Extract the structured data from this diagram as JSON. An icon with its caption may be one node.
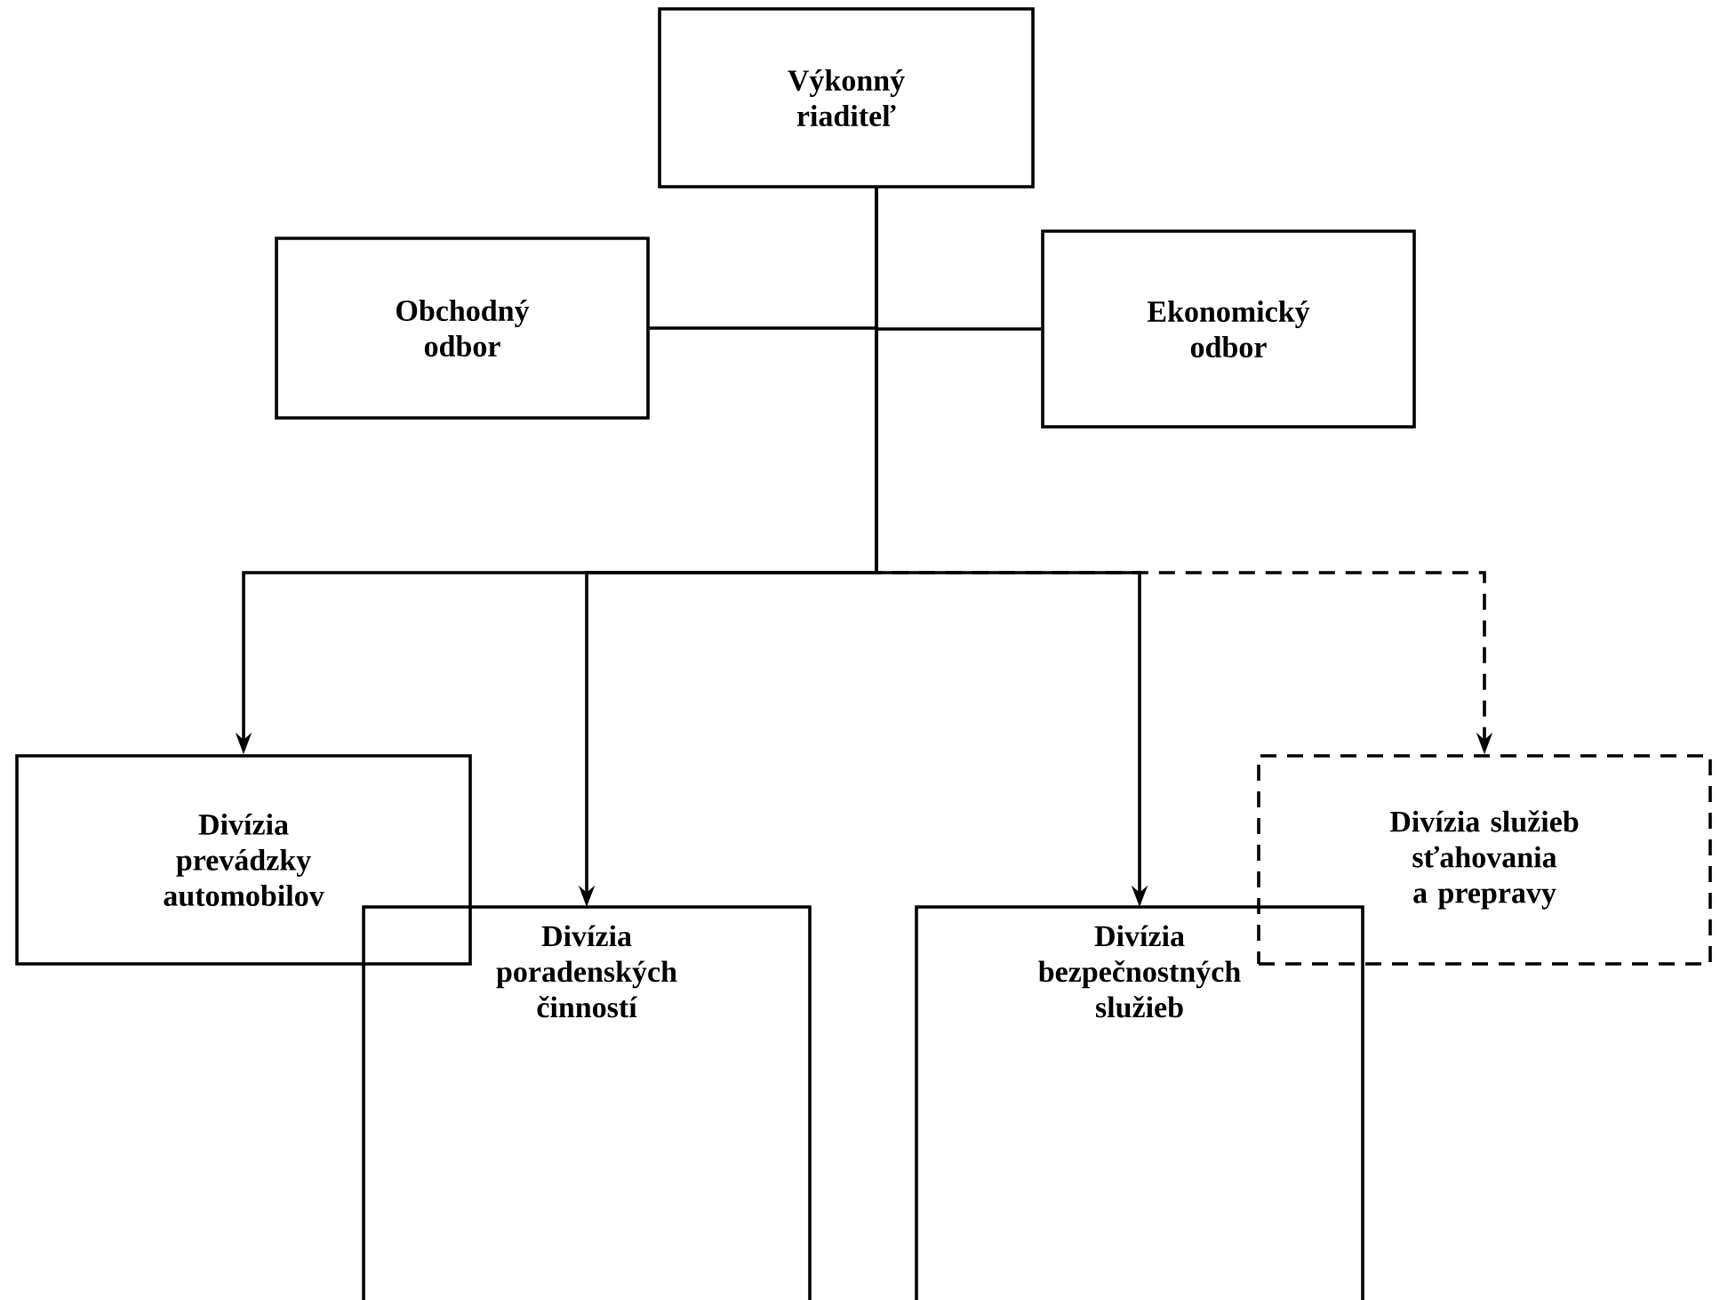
{
  "diagram": {
    "nodes": [
      {
        "text": [
          "Výkonný riaditeľ"
        ]
      },
      {
        "text": [
          "Obchodný odbor"
        ]
      },
      {
        "text": [
          "Ekonomický odbor"
        ]
      },
      {
        "text": [
          "Divízia prevádzky automobilov"
        ]
      },
      {
        "text": [
          "Divízia poradenských činností"
        ]
      },
      {
        "text": [
          "Divízia bezpečnostných služieb"
        ]
      },
      {
        "text": [
          "Divízia služieb sťahovania a prepravy"
        ]
      }
    ],
    "edges": [
      {
        "from": 0,
        "to": 1,
        "arrow": "none"
      },
      {
        "from": 0,
        "to": 2,
        "arrow": "none"
      },
      {
        "from": 0,
        "to": 3,
        "arrow": "to"
      },
      {
        "from": 0,
        "to": 4,
        "arrow": "to"
      },
      {
        "from": 0,
        "to": 5,
        "arrow": "to"
      },
      {
        "from": 0,
        "to": 6,
        "arrow": "to",
        "style": "dashed"
      }
    ]
  }
}
